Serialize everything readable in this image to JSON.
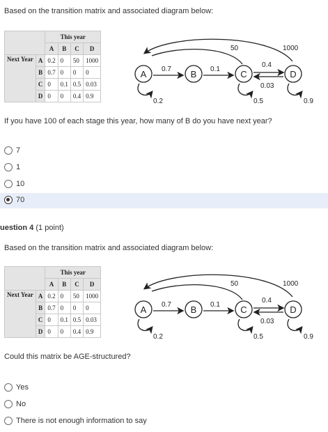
{
  "intro_text": "Based on the transition matrix and associated diagram below:",
  "matrix": {
    "header": "This year",
    "row_header": "Next Year",
    "columns": [
      "A",
      "B",
      "C",
      "D"
    ],
    "rows": [
      {
        "label": "A",
        "cells": [
          "0.2",
          "0",
          "50",
          "1000"
        ]
      },
      {
        "label": "B",
        "cells": [
          "0.7",
          "0",
          "0",
          "0"
        ]
      },
      {
        "label": "C",
        "cells": [
          "0",
          "0.1",
          "0.5",
          "0.03"
        ]
      },
      {
        "label": "D",
        "cells": [
          "0",
          "0",
          "0.4",
          "0.9"
        ]
      }
    ]
  },
  "diagram": {
    "nodes": [
      "A",
      "B",
      "C",
      "D"
    ],
    "edges": {
      "a_self": "0.2",
      "a_to_b": "0.7",
      "b_to_c": "0.1",
      "c_self": "0.5",
      "c_to_d": "0.4",
      "d_to_c": "0.03",
      "d_self": "0.9",
      "c_to_a": "50",
      "d_to_a": "1000"
    }
  },
  "q3": {
    "question": "If you have 100 of each stage this year, how many of B do you have next year?",
    "options": [
      "7",
      "1",
      "10",
      "70"
    ],
    "selected_index": 3
  },
  "q4": {
    "title": "uestion 4",
    "points": "(1 point)",
    "intro": "Based on the transition matrix and associated diagram below:",
    "question": "Could this matrix be AGE-structured?",
    "options": [
      "Yes",
      "No",
      "There is not enough information to say"
    ]
  }
}
